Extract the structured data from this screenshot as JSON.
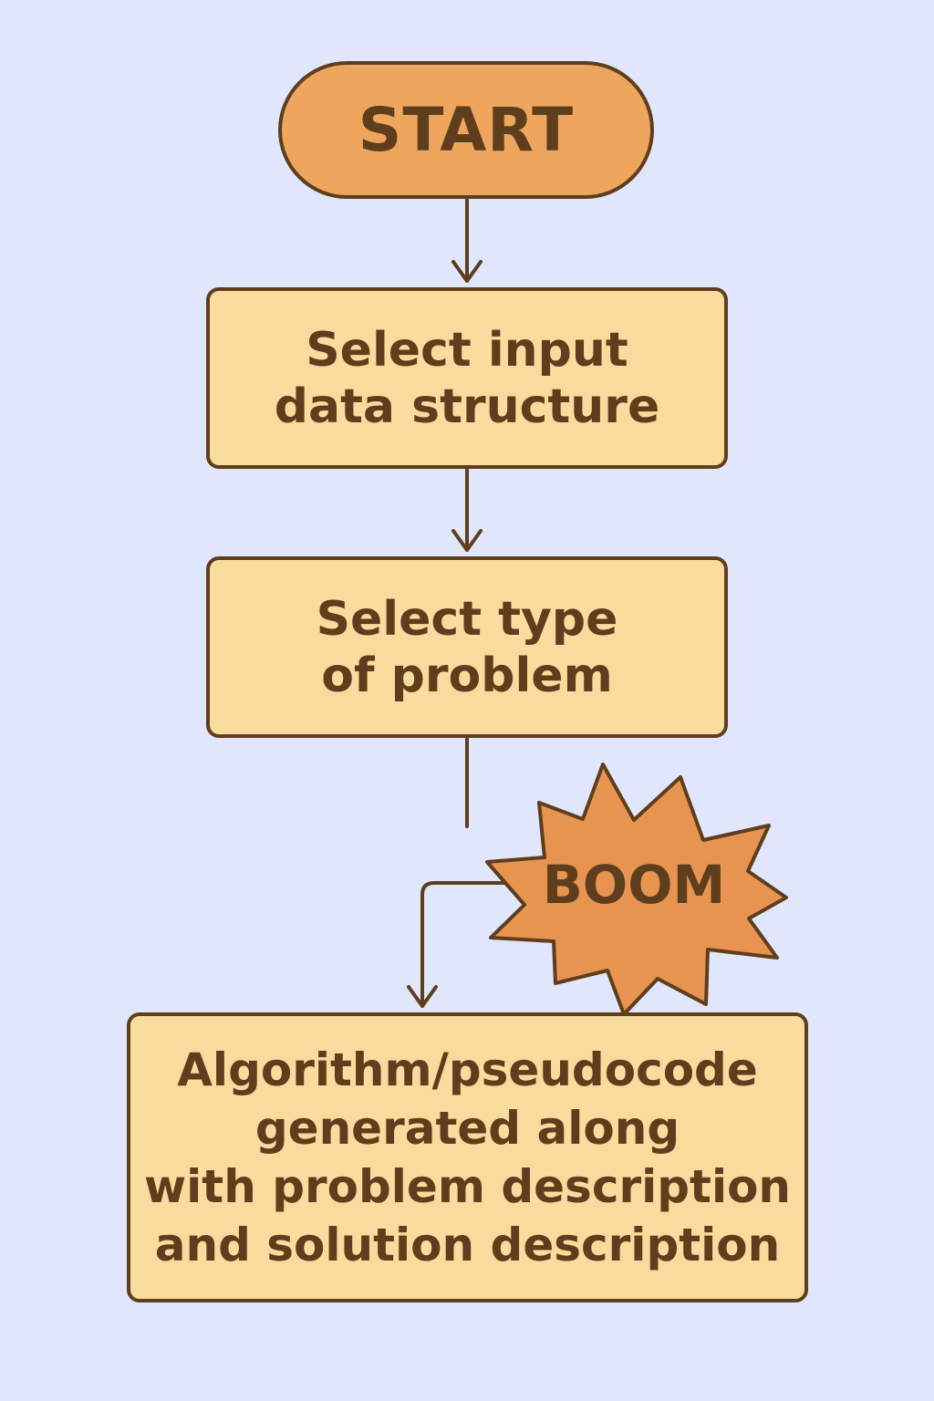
{
  "diagram": {
    "start": {
      "label": "START"
    },
    "steps": [
      {
        "label": "Select input\ndata structure"
      },
      {
        "label": "Select type\nof problem"
      },
      {
        "label": "Algorithm/pseudocode\ngenerated along\nwith problem description\nand solution description"
      }
    ],
    "burst": {
      "label": "BOOM"
    }
  },
  "colors": {
    "background": "#e0e6fb",
    "start_fill": "#eea55e",
    "box_fill": "#f8dc9e",
    "burst_fill": "#e79451",
    "outline": "#5e3e1c",
    "text": "#5e3e1c"
  }
}
